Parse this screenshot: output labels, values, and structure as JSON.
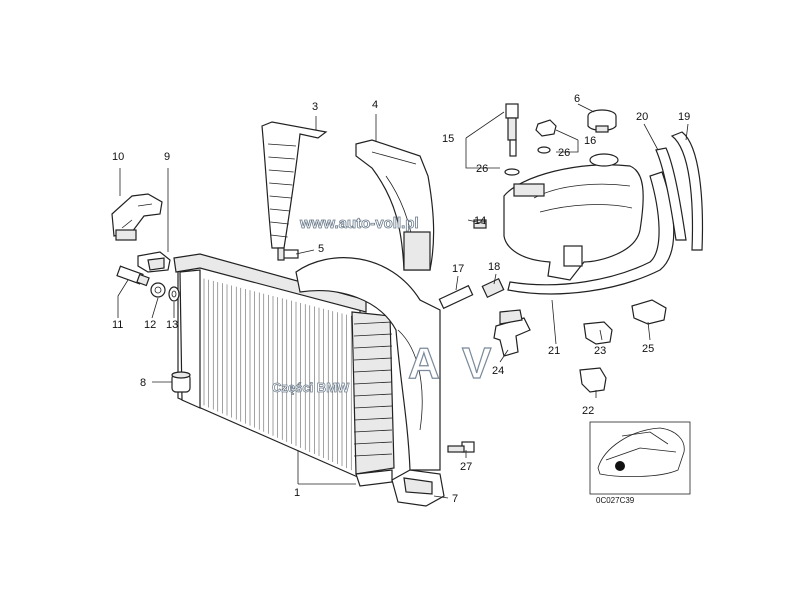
{
  "diagram": {
    "watermark_url": "www.auto-voll.pl",
    "watermark_brand": "Części BMW",
    "watermark_letters": [
      "A",
      "V"
    ],
    "figure_code": "0C027C39",
    "part_labels": [
      "1",
      "3",
      "4",
      "5",
      "6",
      "7",
      "8",
      "9",
      "10",
      "11",
      "12",
      "13",
      "14",
      "15",
      "16",
      "17",
      "18",
      "19",
      "20",
      "21",
      "22",
      "23",
      "24",
      "25",
      "26",
      "26",
      "27"
    ]
  }
}
